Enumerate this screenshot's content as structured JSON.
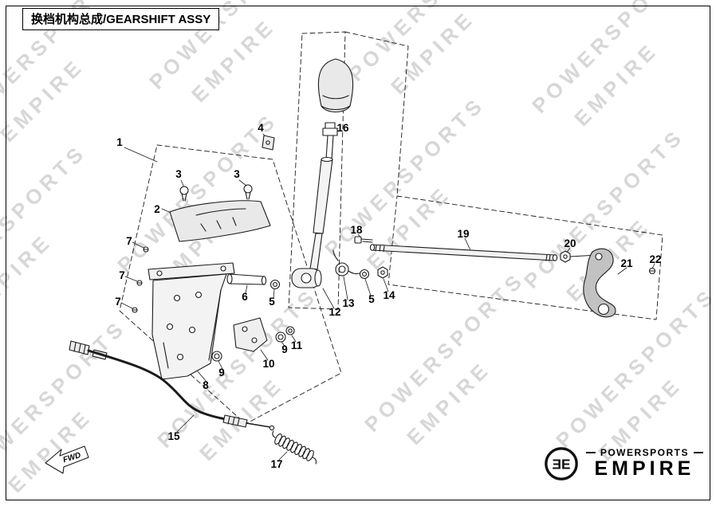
{
  "title": {
    "text": "换档机构总成/GEARSHIFT ASSY"
  },
  "watermark": {
    "line1": "POWERSPORTS",
    "line2": "EMPIRE"
  },
  "direction_arrow": {
    "label": "FWD"
  },
  "logo": {
    "monogram": "ƎE",
    "top": "POWERSPORTS",
    "bottom": "EMPIRE"
  },
  "callouts": [
    {
      "label": "1"
    },
    {
      "label": "2"
    },
    {
      "label": "3"
    },
    {
      "label": "3"
    },
    {
      "label": "4"
    },
    {
      "label": "5"
    },
    {
      "label": "5"
    },
    {
      "label": "6"
    },
    {
      "label": "7"
    },
    {
      "label": "7"
    },
    {
      "label": "7"
    },
    {
      "label": "8"
    },
    {
      "label": "9"
    },
    {
      "label": "9"
    },
    {
      "label": "10"
    },
    {
      "label": "11"
    },
    {
      "label": "12"
    },
    {
      "label": "13"
    },
    {
      "label": "14"
    },
    {
      "label": "15"
    },
    {
      "label": "16"
    },
    {
      "label": "17"
    },
    {
      "label": "18"
    },
    {
      "label": "19"
    },
    {
      "label": "20"
    },
    {
      "label": "21"
    },
    {
      "label": "22"
    }
  ]
}
